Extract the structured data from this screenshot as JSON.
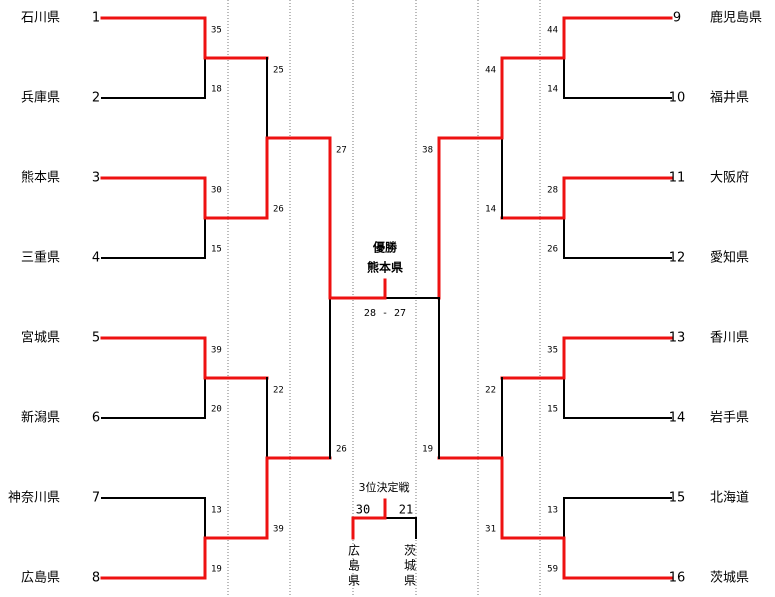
{
  "left_teams": [
    {
      "seed": "1",
      "name": "石川県"
    },
    {
      "seed": "2",
      "name": "兵庫県"
    },
    {
      "seed": "3",
      "name": "熊本県"
    },
    {
      "seed": "4",
      "name": "三重県"
    },
    {
      "seed": "5",
      "name": "宮城県"
    },
    {
      "seed": "6",
      "name": "新潟県"
    },
    {
      "seed": "7",
      "name": "神奈川県"
    },
    {
      "seed": "8",
      "name": "広島県"
    }
  ],
  "right_teams": [
    {
      "seed": "9",
      "name": "鹿児島県"
    },
    {
      "seed": "10",
      "name": "福井県"
    },
    {
      "seed": "11",
      "name": "大阪府"
    },
    {
      "seed": "12",
      "name": "愛知県"
    },
    {
      "seed": "13",
      "name": "香川県"
    },
    {
      "seed": "14",
      "name": "岩手県"
    },
    {
      "seed": "15",
      "name": "北海道"
    },
    {
      "seed": "16",
      "name": "茨城県"
    }
  ],
  "left_r1_scores": [
    "35",
    "18",
    "30",
    "15",
    "39",
    "20",
    "13",
    "19"
  ],
  "right_r1_scores": [
    "44",
    "14",
    "28",
    "26",
    "35",
    "15",
    "13",
    "59"
  ],
  "left_r2_scores": [
    "25",
    "26",
    "22",
    "39"
  ],
  "right_r2_scores": [
    "44",
    "14",
    "22",
    "31"
  ],
  "left_r3_scores": [
    "27",
    "26"
  ],
  "right_r3_scores": [
    "38",
    "19"
  ],
  "champion": {
    "label": "優勝",
    "team": "熊本県"
  },
  "final_score": "28 - 27",
  "third_place": {
    "title": "3位決定戦",
    "left_score": "30",
    "right_score": "21",
    "left_team": [
      "広",
      "島",
      "県"
    ],
    "right_team": [
      "茨",
      "城",
      "県"
    ]
  },
  "colors": {
    "winner_line": "#ee1111",
    "loser_line": "#000000",
    "grid_line": "#777777"
  }
}
